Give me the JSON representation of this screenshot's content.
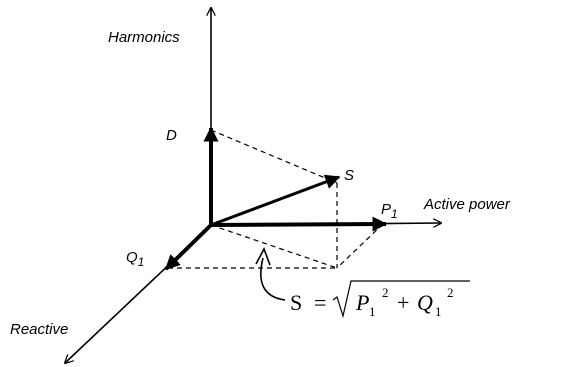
{
  "labels": {
    "harmonics": "Harmonics",
    "d": "D",
    "s": "S",
    "p1_base": "P",
    "p1_sub": "1",
    "active_power": "Active power",
    "q1_base": "Q",
    "q1_sub": "1",
    "reactive": "Reactive"
  },
  "equation": {
    "lhs": "S",
    "equals": "=",
    "p": "P",
    "p_sub": "1",
    "p_sup": "2",
    "plus": "+",
    "q": "Q",
    "q_sub": "1",
    "q_sup": "2"
  }
}
